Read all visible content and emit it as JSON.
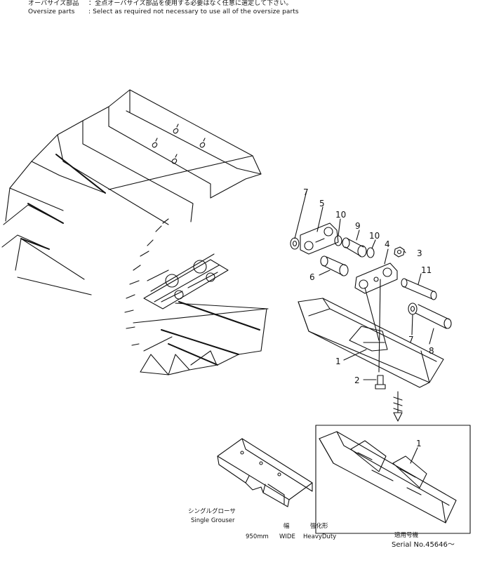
{
  "header": {
    "line1_label": "オーバサイズ部品",
    "line1_text": "：全点オーバサイズ部品を使用する必要はなく任意に選定して下さい。",
    "line2_label": "Oversize parts",
    "line2_text": ": Select as required not necessary to use all of the oversize parts"
  },
  "callouts": [
    "7",
    "5",
    "10",
    "9",
    "10",
    "4",
    "3",
    "11",
    "6",
    "7",
    "8",
    "1",
    "2",
    "1"
  ],
  "captions": {
    "single_grouser_jp": "シングルグローサ",
    "single_grouser_en": "Single  Grouser",
    "width_jp": "幅",
    "heavy_jp": "強化形",
    "spec_line_width": "950mm",
    "spec_line_wide": "WIDE",
    "spec_line_heavy": "HeavyDuty",
    "serial_jp": "適用号機",
    "serial_en": "Serial No.45646～"
  },
  "colors": {
    "ink": "#111111",
    "paper": "#ffffff"
  }
}
